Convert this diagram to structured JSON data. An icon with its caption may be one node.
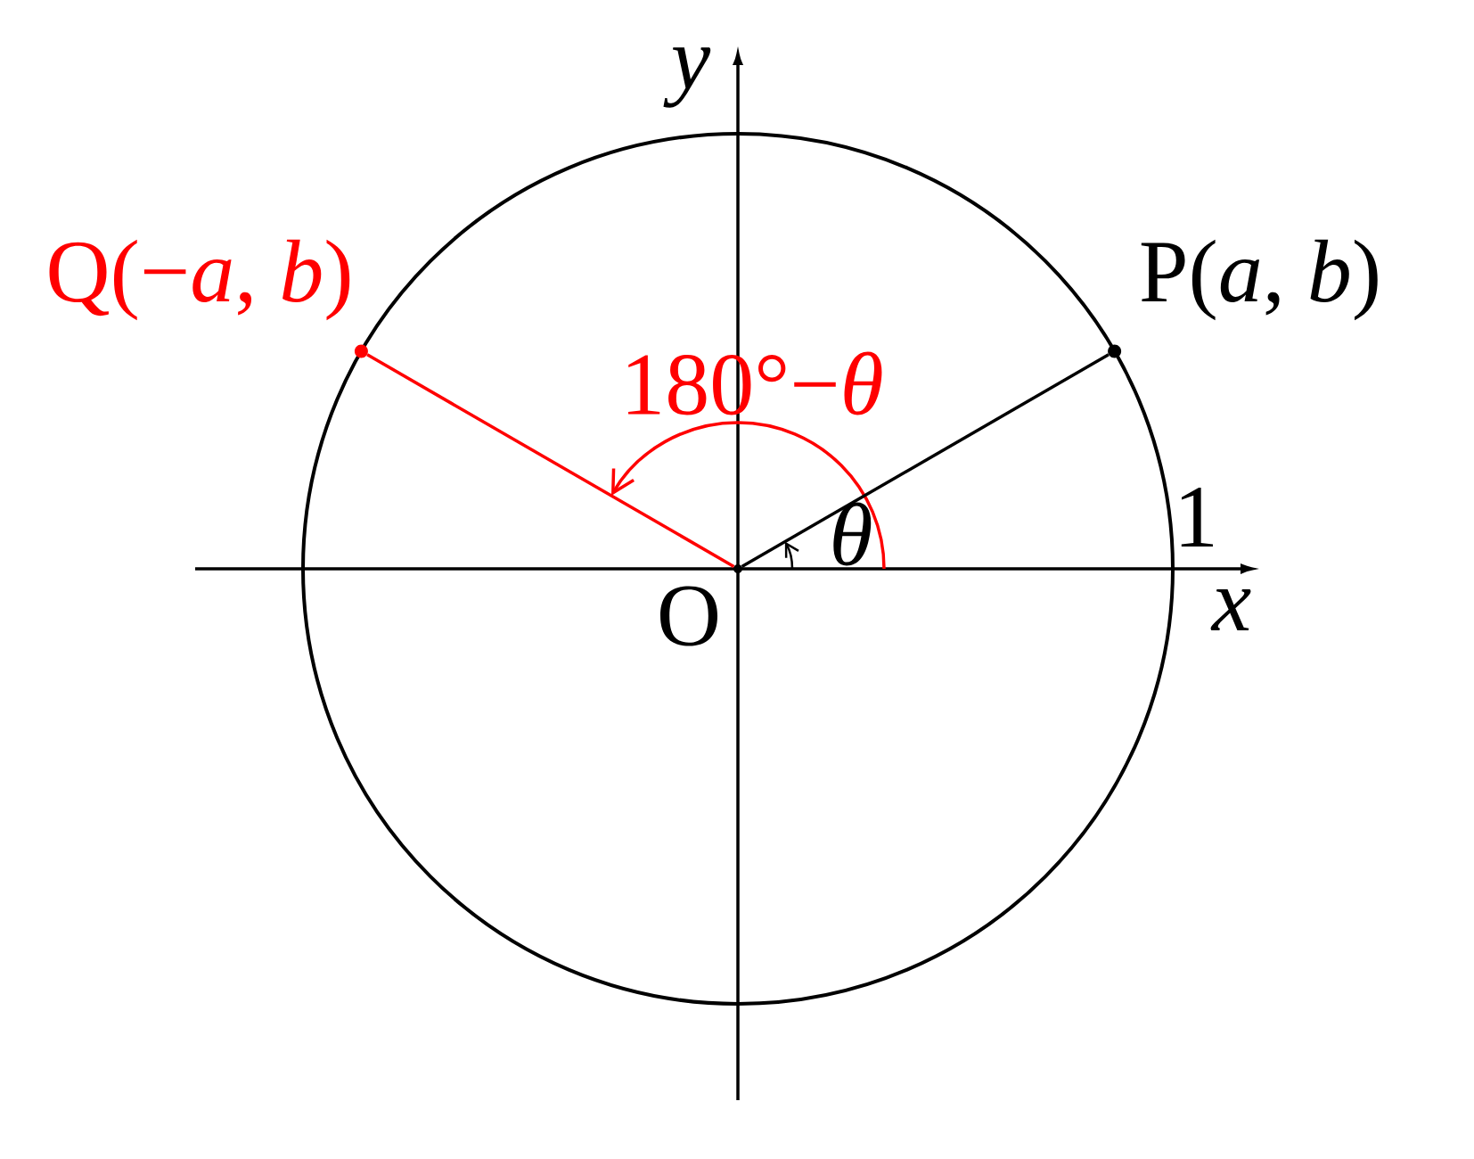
{
  "diagram": {
    "nodes": [
      {
        "text": [],
        "shape": "point"
      },
      {
        "text": [],
        "shape": "dot",
        "beside": [
          "P(*a*, *b*)"
        ]
      },
      {
        "text": [],
        "shape": "dot",
        "beside": [
          "Q(−*a*, *b*)"
        ]
      }
    ],
    "edges": [
      {
        "from": 0,
        "to": 1,
        "arrow": "none"
      },
      {
        "from": 0,
        "to": 2,
        "arrow": "none",
        "color": "#ff0000"
      }
    ],
    "labels": [
      "y",
      "x",
      "O",
      "1",
      "θ",
      "180°−*θ*"
    ]
  }
}
